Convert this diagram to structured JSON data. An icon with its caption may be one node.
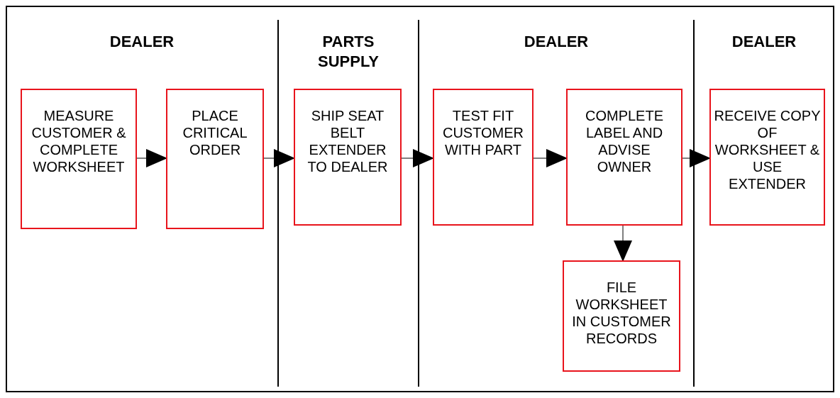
{
  "diagram": {
    "nodes": [
      {
        "text": [
          "MEASURE CUSTOMER & COMPLETE WORKSHEET"
        ]
      },
      {
        "text": [
          "PLACE CRITICAL ORDER"
        ]
      },
      {
        "text": [
          "SHIP SEAT BELT EXTENDER TO DEALER"
        ]
      },
      {
        "text": [
          "TEST FIT CUSTOMER WITH PART"
        ]
      },
      {
        "text": [
          "COMPLETE LABEL AND ADVISE OWNER"
        ]
      },
      {
        "text": [
          "RECEIVE COPY OF WORKSHEET & USE EXTENDER"
        ]
      },
      {
        "text": [
          "FILE WORKSHEET IN CUSTOMER RECORDS"
        ]
      }
    ],
    "edges": [
      {
        "from": 0,
        "to": 1,
        "arrow": "to"
      },
      {
        "from": 1,
        "to": 2,
        "arrow": "to"
      },
      {
        "from": 2,
        "to": 3,
        "arrow": "to"
      },
      {
        "from": 3,
        "to": 4,
        "arrow": "to"
      },
      {
        "from": 4,
        "to": 5,
        "arrow": "to"
      },
      {
        "from": 4,
        "to": 6,
        "arrow": "to"
      }
    ],
    "labels": [
      "DEALER",
      "PARTS SUPPLY",
      "DEALER",
      "DEALER"
    ]
  }
}
